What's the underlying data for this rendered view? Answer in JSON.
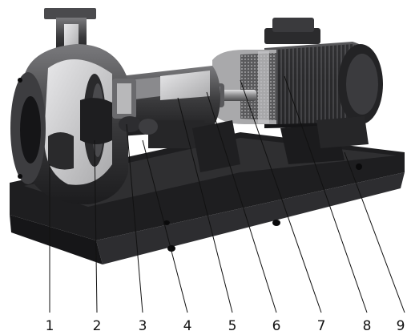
{
  "callouts": [
    {
      "label": "1"
    },
    {
      "label": "2"
    },
    {
      "label": "3"
    },
    {
      "label": "4"
    },
    {
      "label": "5"
    },
    {
      "label": "6"
    },
    {
      "label": "7"
    },
    {
      "label": "8"
    },
    {
      "label": "9"
    }
  ],
  "colors": {
    "base_plate": "#1e1e20",
    "housing": "#3a3a3c",
    "housing_highlight": "#6b6b6e",
    "cutaway": "#d4d4d6",
    "motor": "#2b2b2d",
    "shaft": "#9a9a9c",
    "leader": "#111111"
  }
}
